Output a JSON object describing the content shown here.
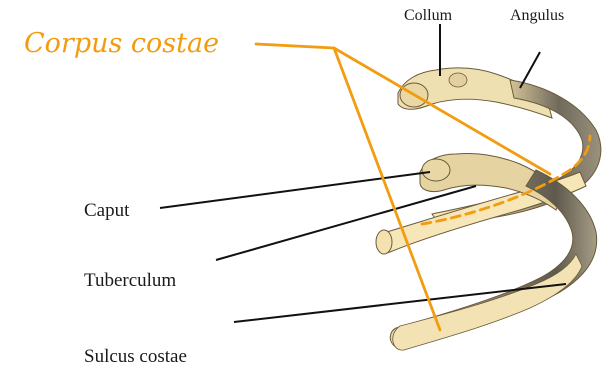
{
  "labels": {
    "corpus": "Corpus costae",
    "collum": "Collum",
    "angulus": "Angulus",
    "caput": "Caput",
    "tuberculum": "Tuberculum",
    "sulcus": "Sulcus costae"
  },
  "colors": {
    "bone_fill": "#f6e6b8",
    "bone_shadow": "#6f6a5c",
    "bone_outline": "#6a5a3a",
    "annotation": "#f29c0f",
    "leader_line": "#111111",
    "label_text": "#1a1a1a"
  }
}
